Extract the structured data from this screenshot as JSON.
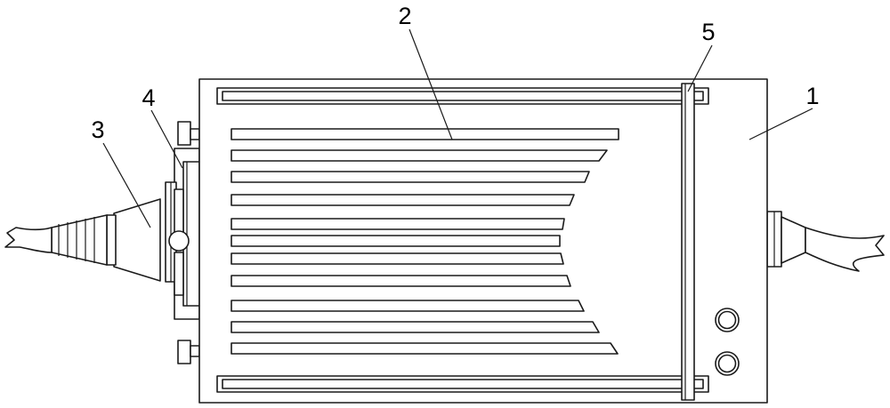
{
  "labels": {
    "housing": "1",
    "heat_fins": "2",
    "input_connector": "3",
    "mount_bracket": "4",
    "clamp_bar": "5"
  },
  "colors": {
    "line": "#1a1a1a",
    "background": "#ffffff"
  }
}
